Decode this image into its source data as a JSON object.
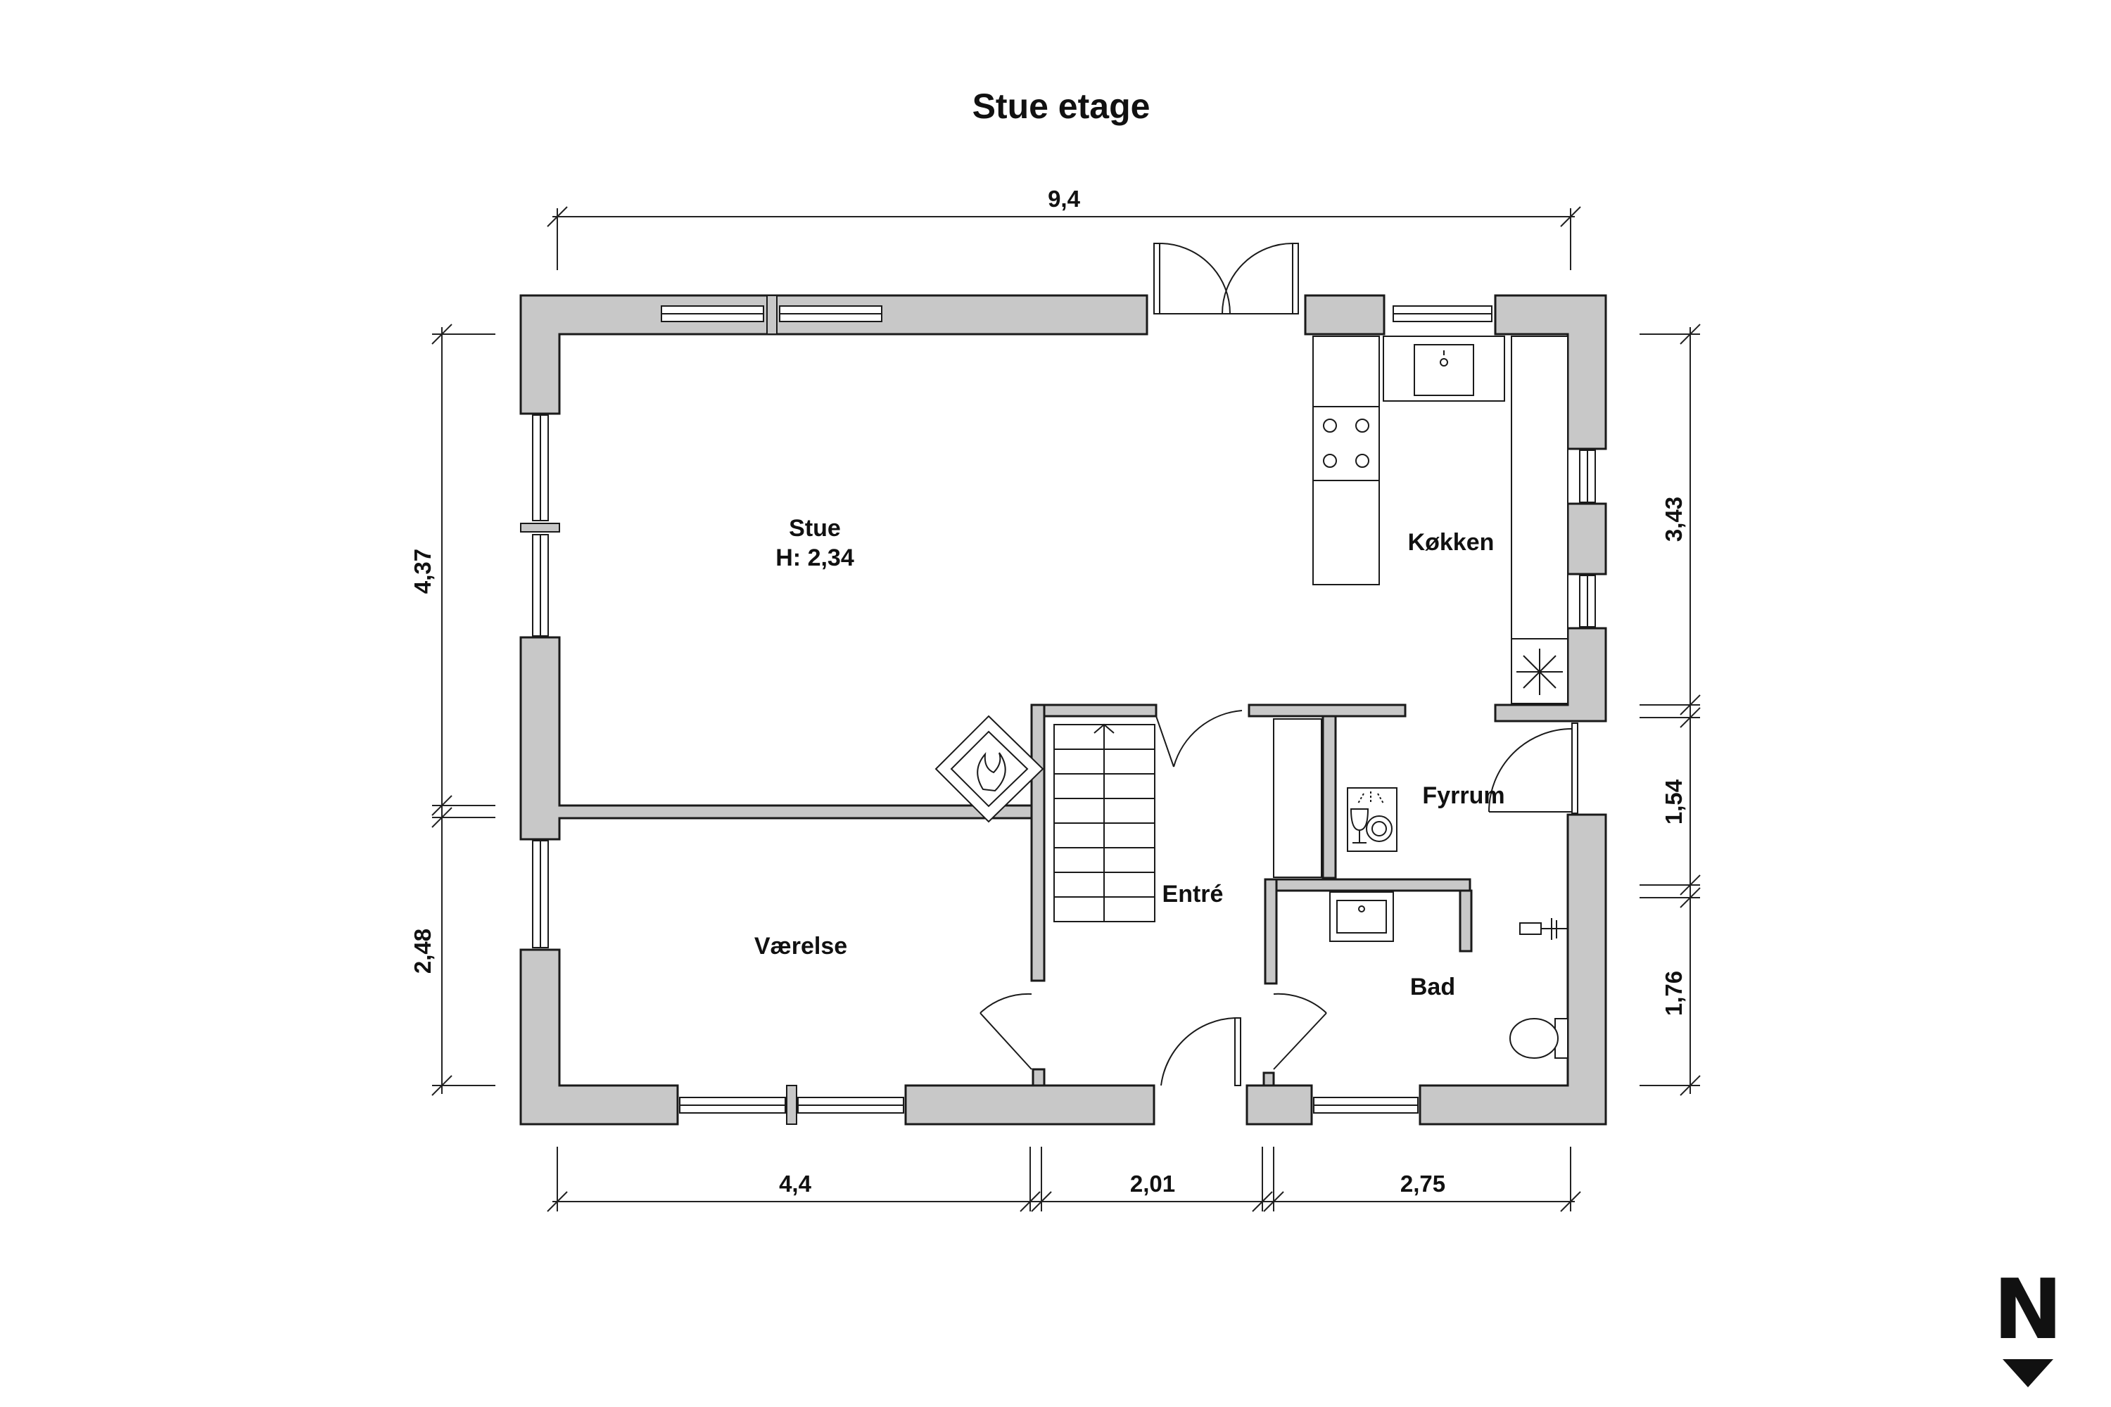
{
  "title": "Stue etage",
  "rooms": {
    "stue": "Stue",
    "stue_height": "H: 2,34",
    "kokken": "Køkken",
    "fyrrum": "Fyrrum",
    "entre": "Entré",
    "vaerelse": "Værelse",
    "bad": "Bad"
  },
  "dimensions": {
    "top": "9,4",
    "bottom_left": "4,4",
    "bottom_middle": "2,01",
    "bottom_right": "2,75",
    "left_upper": "4,37",
    "left_lower": "2,48",
    "right_upper": "3,43",
    "right_middle": "1,54",
    "right_lower": "1,76"
  },
  "compass": {
    "label": "N"
  },
  "colors": {
    "wall_fill": "#c8c8c8",
    "line": "#1a1a1a",
    "background": "#ffffff"
  }
}
